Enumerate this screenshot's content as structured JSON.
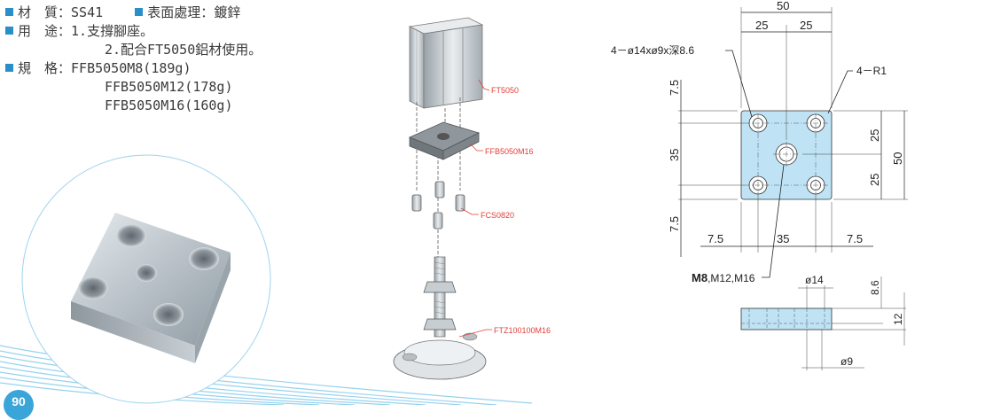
{
  "specs": {
    "material_label": "材　質：",
    "material_value": "SS41",
    "surface_label": "表面處理：",
    "surface_value": "鍍鋅",
    "usage_label": "用　途：",
    "usage_1": "1.支撐腳座。",
    "usage_2": "2.配合FT5050鋁材使用。",
    "spec_label": "規　格：",
    "spec_items": [
      "FFB5050M8(189g)",
      "FFB5050M12(178g)",
      "FFB5050M16(160g)"
    ]
  },
  "assembly_labels": {
    "profile": "FT5050",
    "base_plate": "FFB5050M16",
    "screws": "FCS0820",
    "foot": "FTZ100100M16"
  },
  "drawing": {
    "top_dim_total": "50",
    "top_dim_half_left": "25",
    "top_dim_half_right": "25",
    "hole_callout": "4－ø14xø9x深8.6",
    "radius_callout": "4－R1",
    "left_dim_top": "7.5",
    "left_dim_mid": "35",
    "left_dim_bottom": "7.5",
    "right_dim_upper": "25",
    "right_dim_lower": "25",
    "right_dim_total": "50",
    "bottom_dim_left": "7.5",
    "bottom_dim_mid": "35",
    "bottom_dim_right": "7.5",
    "thread_callout_bold": "M8",
    "thread_callout_rest": ",M12,M16",
    "section_dia_top": "ø14",
    "section_depth": "8.6",
    "section_height": "12",
    "section_dia_bottom": "ø9"
  },
  "page_number": "90",
  "colors": {
    "accent": "#2a8fc9",
    "plate_fill": "#bfe3f5",
    "leader_red": "#e0403a"
  }
}
